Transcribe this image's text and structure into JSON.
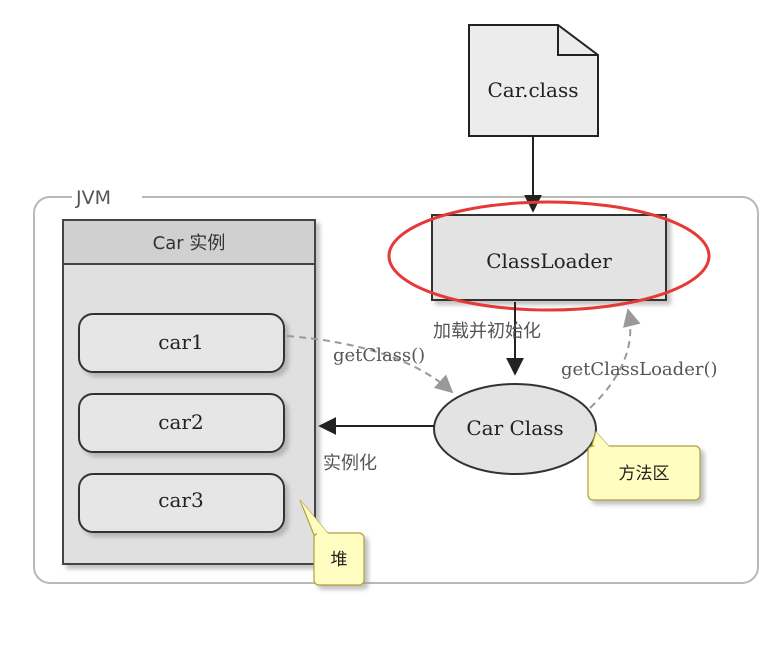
{
  "file_node": {
    "label": "Car.class"
  },
  "jvm": {
    "label": "JVM"
  },
  "instances_panel": {
    "title": "Car 实例",
    "items": [
      "car1",
      "car2",
      "car3"
    ]
  },
  "classloader": {
    "label": "ClassLoader"
  },
  "car_class": {
    "label": "Car Class"
  },
  "edge_labels": {
    "load_init": "加载并初始化",
    "get_class": "getClass()",
    "get_classloader": "getClassLoader()",
    "instantiate": "实例化"
  },
  "callouts": {
    "method_area": "方法区",
    "heap": "堆"
  },
  "colors": {
    "highlight_ellipse": "#e53935",
    "callout_fill": "#fffdc0",
    "box_fill": "#e6e6e6",
    "header_fill": "#d0d0d0"
  }
}
